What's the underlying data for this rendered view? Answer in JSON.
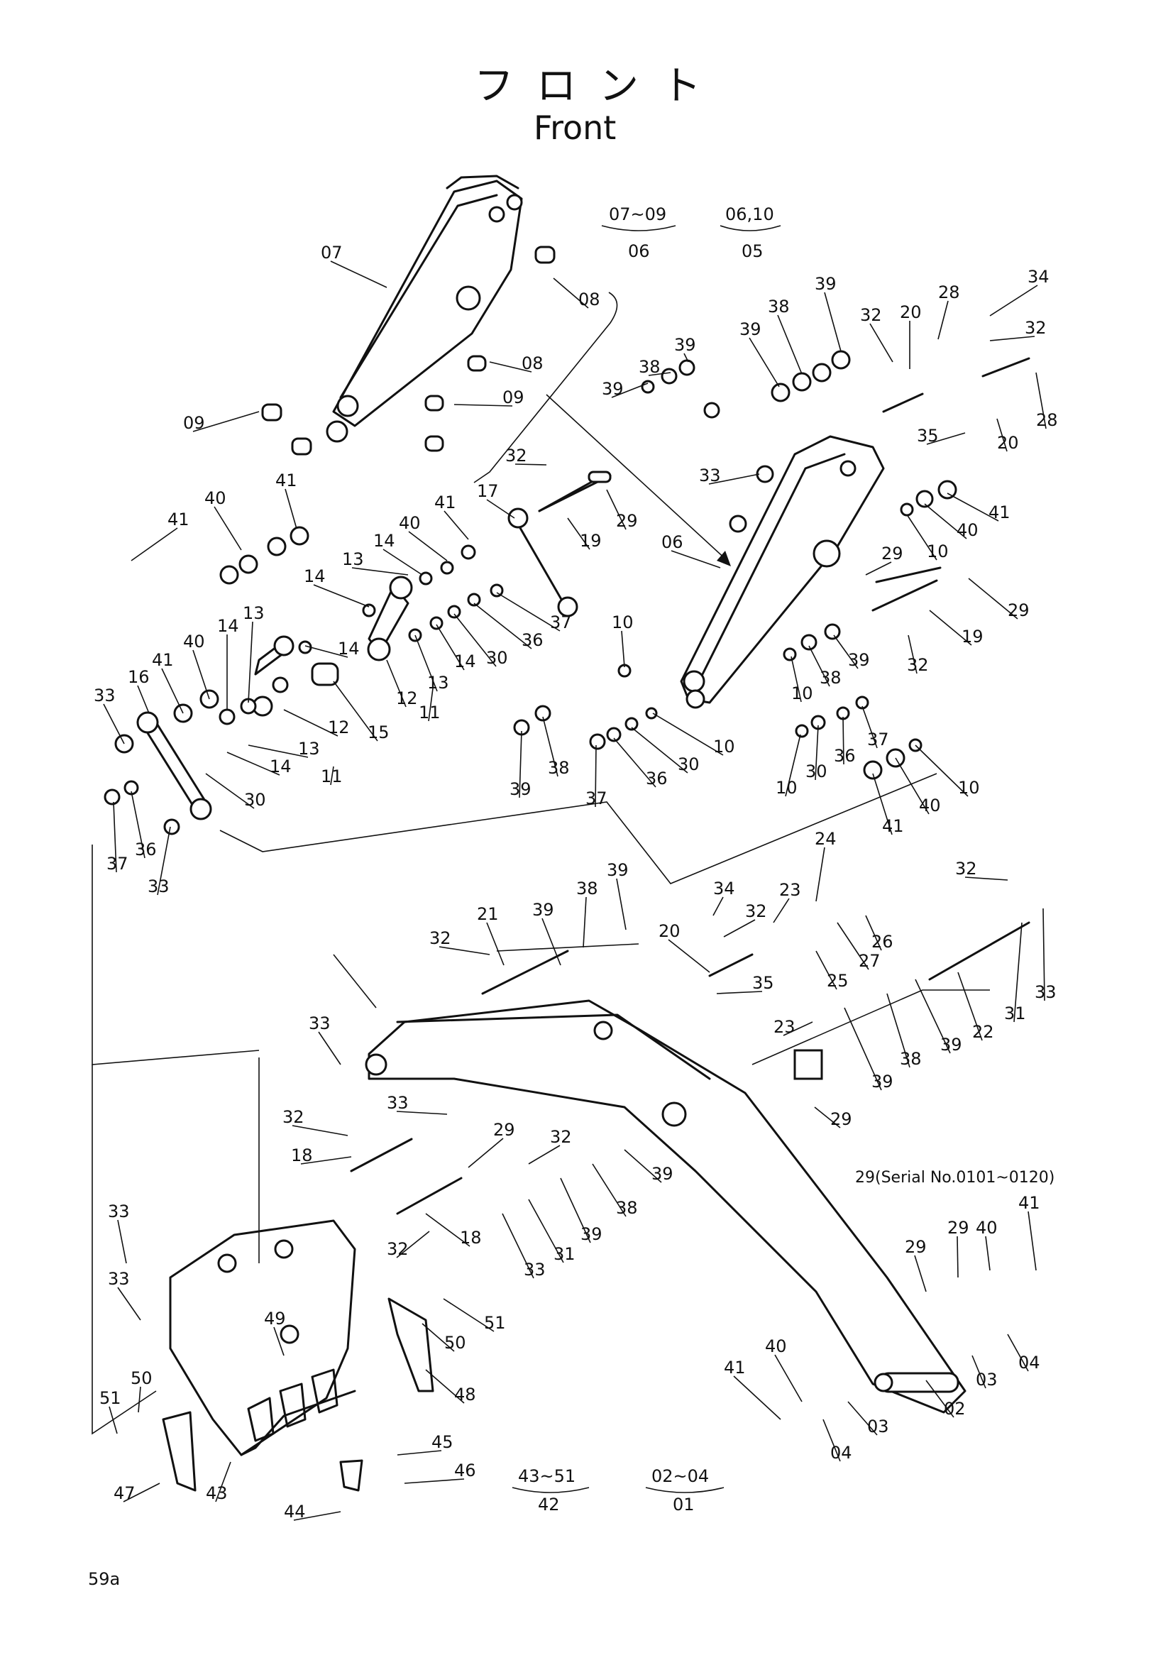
{
  "title": {
    "japanese": "フロント",
    "english": "Front"
  },
  "page_number": "59a",
  "assembly_groups": [
    {
      "id": "g-boom-arm",
      "range": "07~09",
      "parent": "06"
    },
    {
      "id": "g-arm",
      "range": "06,10",
      "parent": "05"
    },
    {
      "id": "g-bucket",
      "range": "43~51",
      "parent": "42"
    },
    {
      "id": "g-boom",
      "range": "02~04",
      "parent": "01"
    }
  ],
  "serial_note": "29(Serial No.0101~0120)",
  "part_labels": {
    "p07a": "07",
    "p08a": "08",
    "p08b": "08",
    "p09a": "09",
    "p09b": "09",
    "p39a": "39",
    "p38a": "38",
    "p39b": "39",
    "p39c": "39",
    "p38b": "38",
    "p39d": "39",
    "p32a": "32",
    "p20a": "20",
    "p28a": "28",
    "p34a": "34",
    "p32b": "32",
    "p28b": "28",
    "p35a": "35",
    "p20b": "20",
    "p33a": "33",
    "p41a": "41",
    "p40a": "40",
    "p10a": "10",
    "p06a": "06",
    "p29a": "29",
    "p29b": "29",
    "p19a": "19",
    "p32c": "32",
    "p32d": "32",
    "p17a": "17",
    "p29c": "29",
    "p19b": "19",
    "p41b": "41",
    "p40b": "40",
    "p41c": "41",
    "p40c": "40",
    "p41d": "41",
    "p14a": "14",
    "p13a": "13",
    "p14b": "14",
    "p37a": "37",
    "p36a": "36",
    "p30a": "30",
    "p14c": "14",
    "p13b": "13",
    "p12a": "12",
    "p11a": "11",
    "p14d": "14",
    "p15a": "15",
    "p16a": "16",
    "p41e": "41",
    "p40d": "40",
    "p14e": "14",
    "p13c": "13",
    "p12b": "12",
    "p13d": "13",
    "p14f": "14",
    "p11b": "11",
    "p30b": "30",
    "p33b": "33",
    "p37b": "37",
    "p36b": "36",
    "p33c": "33",
    "p10b": "10",
    "p39e": "39",
    "p38c": "38",
    "p37c": "37",
    "p36c": "36",
    "p30c": "30",
    "p10c": "10",
    "p39f": "39",
    "p38d": "38",
    "p10d": "10",
    "p10e": "10",
    "p30d": "30",
    "p36d": "36",
    "p37d": "37",
    "p10f": "10",
    "p40e": "40",
    "p41f": "41",
    "p34b": "34",
    "p32e": "32",
    "p23a": "23",
    "p24a": "24",
    "p20c": "20",
    "p21a": "21",
    "p39g": "39",
    "p38e": "38",
    "p39h": "39",
    "p32f": "32",
    "p35b": "35",
    "p26a": "26",
    "p27a": "27",
    "p25a": "25",
    "p32g": "32",
    "p31a": "31",
    "p33d": "33",
    "p22a": "22",
    "p39i": "39",
    "p38f": "38",
    "p39j": "39",
    "p23b": "23",
    "p29d": "29",
    "p33e": "33",
    "p33f": "33",
    "p32h": "32",
    "p18a": "18",
    "p29e": "29",
    "p32i": "32",
    "p39k": "39",
    "p38g": "38",
    "p39l": "39",
    "p33g": "33",
    "p31b": "31",
    "p18b": "18",
    "p32j": "32",
    "p29f": "29",
    "p29g": "29",
    "p40f": "40",
    "p41g": "41",
    "p03a": "03",
    "p04a": "04",
    "p02a": "02",
    "p03b": "03",
    "p04b": "04",
    "p40g": "40",
    "p41h": "41",
    "p33h": "33",
    "p33i": "33",
    "p49a": "49",
    "p51a": "51",
    "p50a": "50",
    "p48a": "48",
    "p51b": "51",
    "p50b": "50",
    "p47a": "47",
    "p43a": "43",
    "p44a": "44",
    "p45a": "45",
    "p46a": "46"
  }
}
